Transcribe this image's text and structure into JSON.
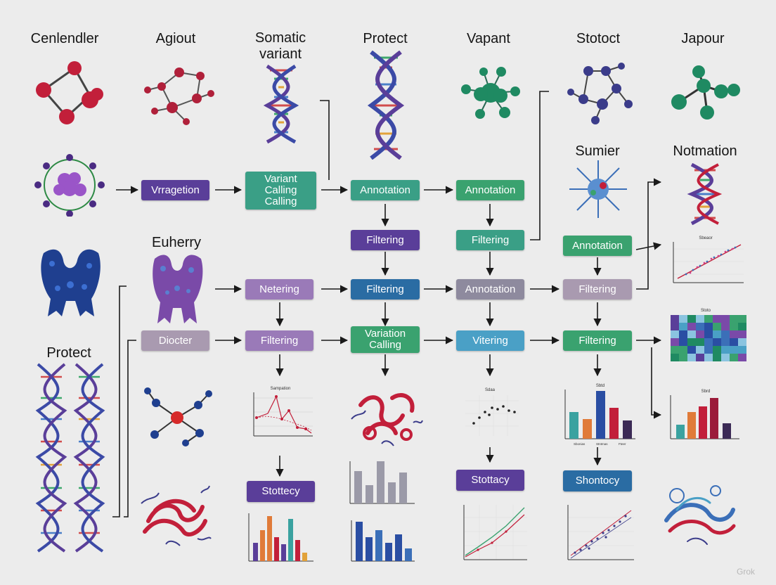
{
  "colors": {
    "violet": "#5a3e99",
    "teal": "#3a9f86",
    "green": "#3aa26f",
    "blue": "#2a6ca3",
    "sky": "#4aa0c6",
    "gray": "#8e8a9e",
    "lilac": "#9a7ab8",
    "mauve": "#a99ab0",
    "ruby": "#c21f3a",
    "navy": "#1f3f8f",
    "ink": "#151515"
  },
  "headers": {
    "col1": "Cenlendler",
    "col2": "Agiout",
    "col3": "Somatic variant",
    "col4": "Protect",
    "col5": "Vapant",
    "col6": "Stotoct",
    "col7": "Japour",
    "sumier": "Sumier",
    "notmation": "Notmation",
    "euherry": "Euherry",
    "protect_left": "Protect"
  },
  "boxes": {
    "vrragetion": "Vrragetion",
    "variant_calling": "Variant Calling Calling",
    "annotation_r1_a": "Annotation",
    "annotation_r1_b": "Annotation",
    "filtering_r2_a": "Filtering",
    "filtering_r2_b": "Filtering",
    "annotation_r2_c": "Annotation",
    "netering": "Netering",
    "filtering_r3_a": "Filtering",
    "annotation_r3": "Annotation",
    "filtering_r3_b": "Filtering",
    "diocter": "Diocter",
    "filtering_r4_a": "Filtering",
    "variation_calling": "Variation Calling",
    "vitering": "Vitering",
    "filtering_r4_b": "Filtering",
    "stottecy": "Stottecy",
    "stottacy": "Stottacy",
    "shontocy": "Shontocy"
  },
  "chart_labels": {
    "mini_line_title": "Sampation",
    "mini_scatter_title": "Sdaa",
    "mini_bar_title": "Sbtd",
    "mini_bar_title2": "Sbrd",
    "scatter_top_title": "Sbeaor",
    "heatmap_title": "Stoto",
    "bar_ticks_a": [
      "Sbonias",
      "Stntmas",
      "Fteer"
    ]
  },
  "watermark": "Grok"
}
